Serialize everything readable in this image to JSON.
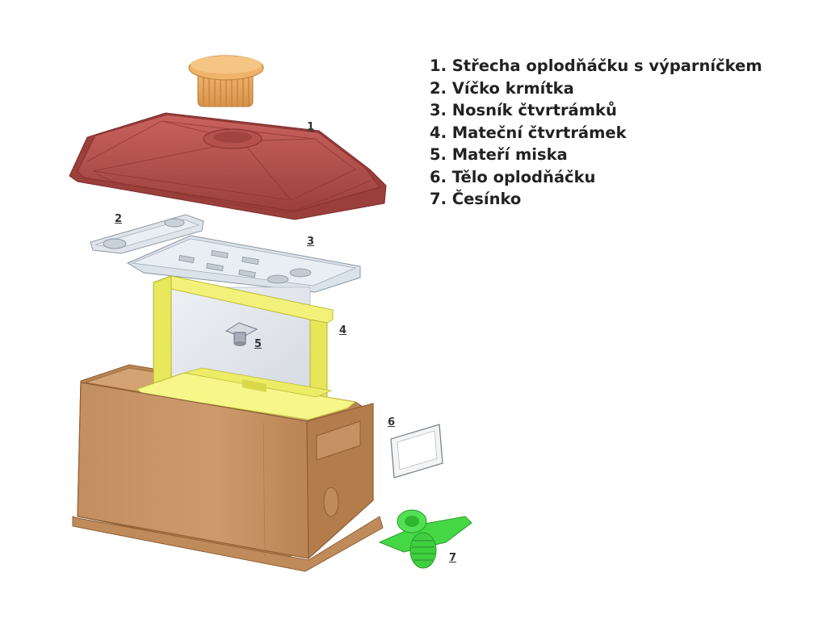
{
  "legend": [
    "1. Střecha oplodňáčku s výparníčkem",
    "2. Víčko krmítka",
    "3. Nosník čtvrtrámků",
    "4. Mateční čtvrtrámek",
    "5. Mateří miska",
    "6. Tělo oplodňáčku",
    "7. Česínko"
  ],
  "callouts": {
    "roof": "1",
    "feeder_lid": "2",
    "frame_carrier": "3",
    "frame": "4",
    "queen_cup": "5",
    "body": "6",
    "entrance": "7"
  },
  "colors": {
    "roof": "#b5514d",
    "evaporator": "#e8a85c",
    "lid_plates": "#dde4ea",
    "frame": "#f2f27a",
    "body": "#c99566",
    "entrance": "#45d845",
    "window": "#f4f4f4"
  }
}
